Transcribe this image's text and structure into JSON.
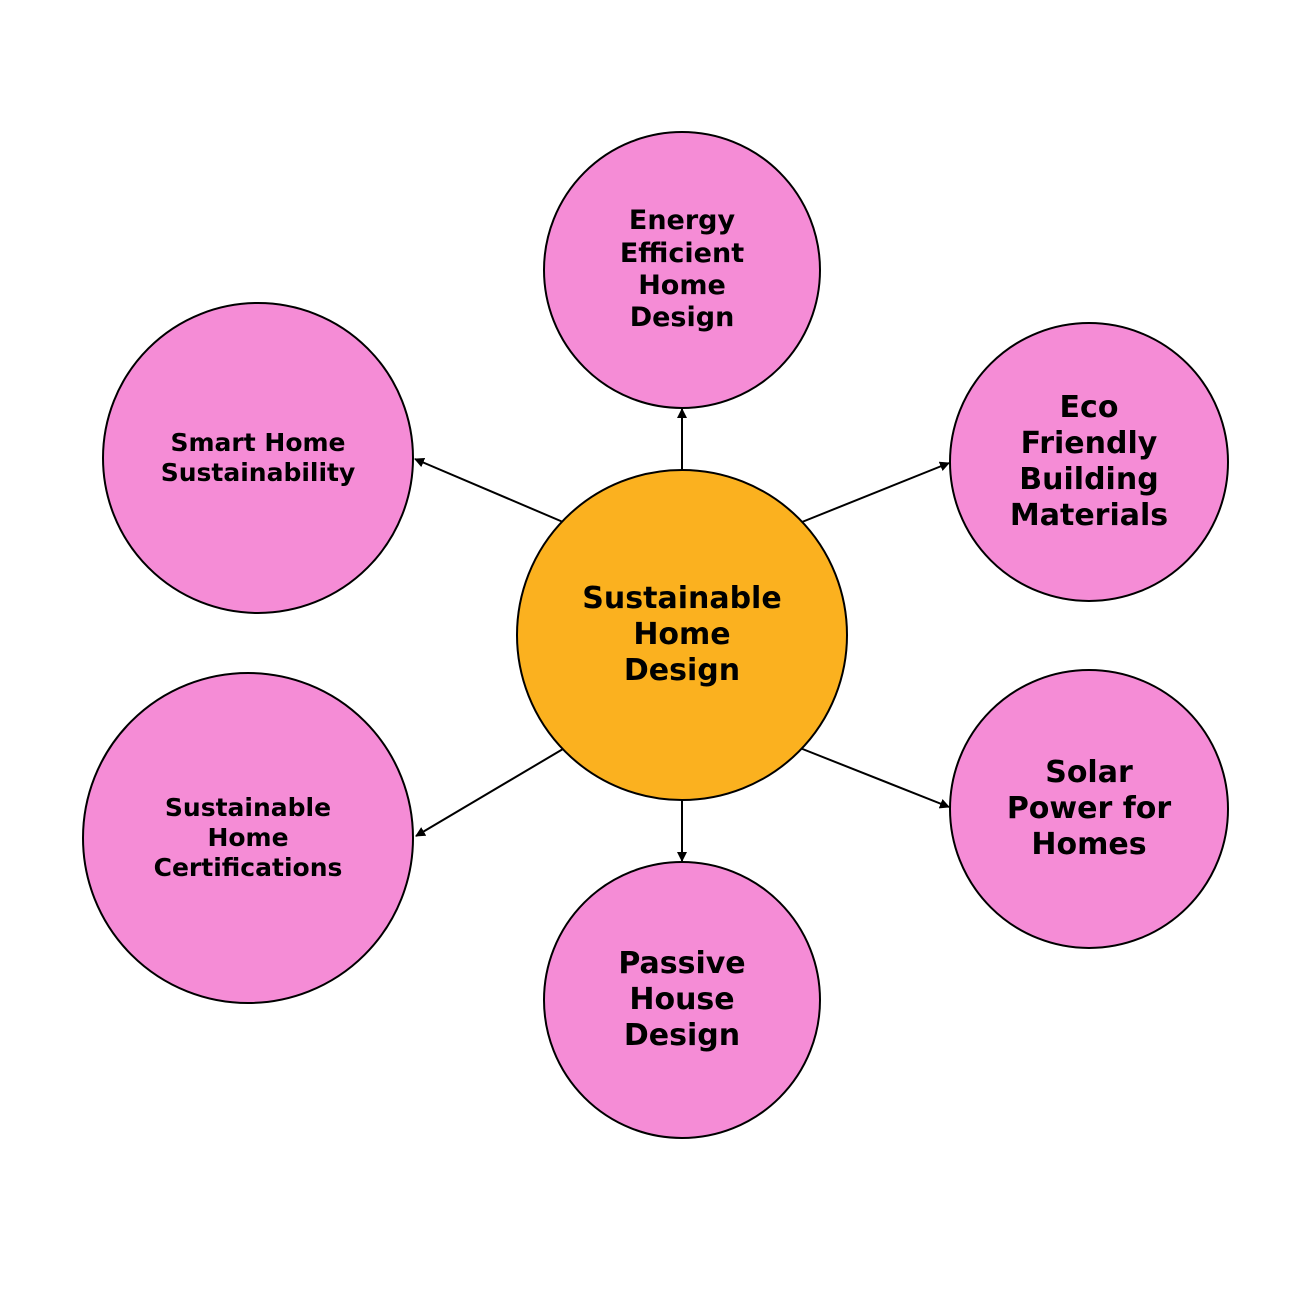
{
  "diagram": {
    "colors": {
      "center_fill": "#fbb11f",
      "outer_fill": "#f58cd6",
      "stroke": "#000000",
      "arrow": "#000000"
    },
    "center": {
      "lines": [
        "Sustainable",
        "Home",
        "Design"
      ]
    },
    "nodes": [
      {
        "lines": [
          "Energy",
          "Efficient",
          "Home",
          "Design"
        ]
      },
      {
        "lines": [
          "Eco",
          "Friendly",
          "Building",
          "Materials"
        ]
      },
      {
        "lines": [
          "Solar",
          "Power for",
          "Homes"
        ]
      },
      {
        "lines": [
          "Passive",
          "House",
          "Design"
        ]
      },
      {
        "lines": [
          "Sustainable",
          "Home",
          "Certifications"
        ]
      },
      {
        "lines": [
          "Smart Home",
          "Sustainability"
        ]
      }
    ],
    "edges": [
      {
        "from": "center",
        "to": 0
      },
      {
        "from": "center",
        "to": 1
      },
      {
        "from": "center",
        "to": 2
      },
      {
        "from": "center",
        "to": 3
      },
      {
        "from": "center",
        "to": 4
      },
      {
        "from": "center",
        "to": 5
      }
    ]
  }
}
